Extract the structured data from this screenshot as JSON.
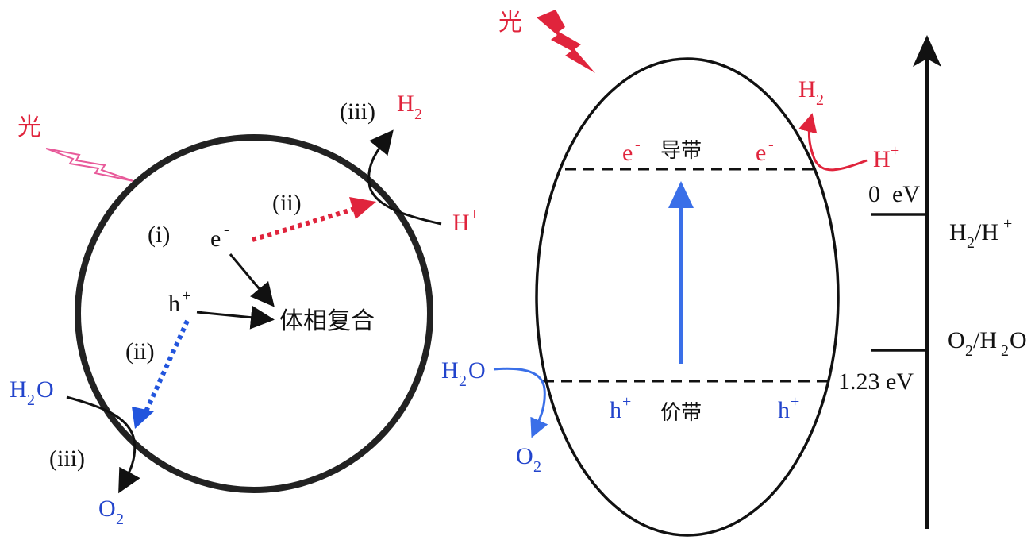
{
  "left": {
    "light": "光",
    "stage_i": "(i)",
    "stage_ii_top": "(ii)",
    "stage_ii_bottom": "(ii)",
    "stage_iii_top": "(iii)",
    "stage_iii_bottom": "(iii)",
    "electron": "e",
    "electron_sup": "-",
    "hole": "h",
    "hole_sup": "+",
    "recombination": "体相复合",
    "h2": "H",
    "h2_sub": "2",
    "hplus": "H",
    "hplus_sup": "+",
    "h2o_main": "H",
    "h2o_sub": "2",
    "h2o_end": "O",
    "o2": "O",
    "o2_sub": "2"
  },
  "right": {
    "light": "光",
    "conduction_band": "导带",
    "valence_band": "价带",
    "e_left": "e",
    "e_left_sup": "-",
    "e_right": "e",
    "e_right_sup": "-",
    "h_left": "h",
    "h_left_sup": "+",
    "h_right": "h",
    "h_right_sup": "+",
    "h2": "H",
    "h2_sub": "2",
    "hplus": "H",
    "hplus_sup": "+",
    "h2o_main": "H",
    "h2o_sub": "2",
    "h2o_end": "O",
    "o2": "O",
    "o2_sub": "2"
  },
  "scale": {
    "zero_ev": "0  eV",
    "ev_123": "1.23 eV",
    "couple1_a": "H",
    "couple1_sub": "2",
    "couple1_b": "/H",
    "couple1_sup": "+",
    "couple2_a": "O",
    "couple2_sub": "2",
    "couple2_b": "/H",
    "couple2_sub2": "2",
    "couple2_c": "O"
  },
  "colors": {
    "red": "#e0243c",
    "blue": "#2244cc",
    "arrow_blue": "#3a6fe8",
    "black": "#111111",
    "pink": "#e85a9a"
  }
}
